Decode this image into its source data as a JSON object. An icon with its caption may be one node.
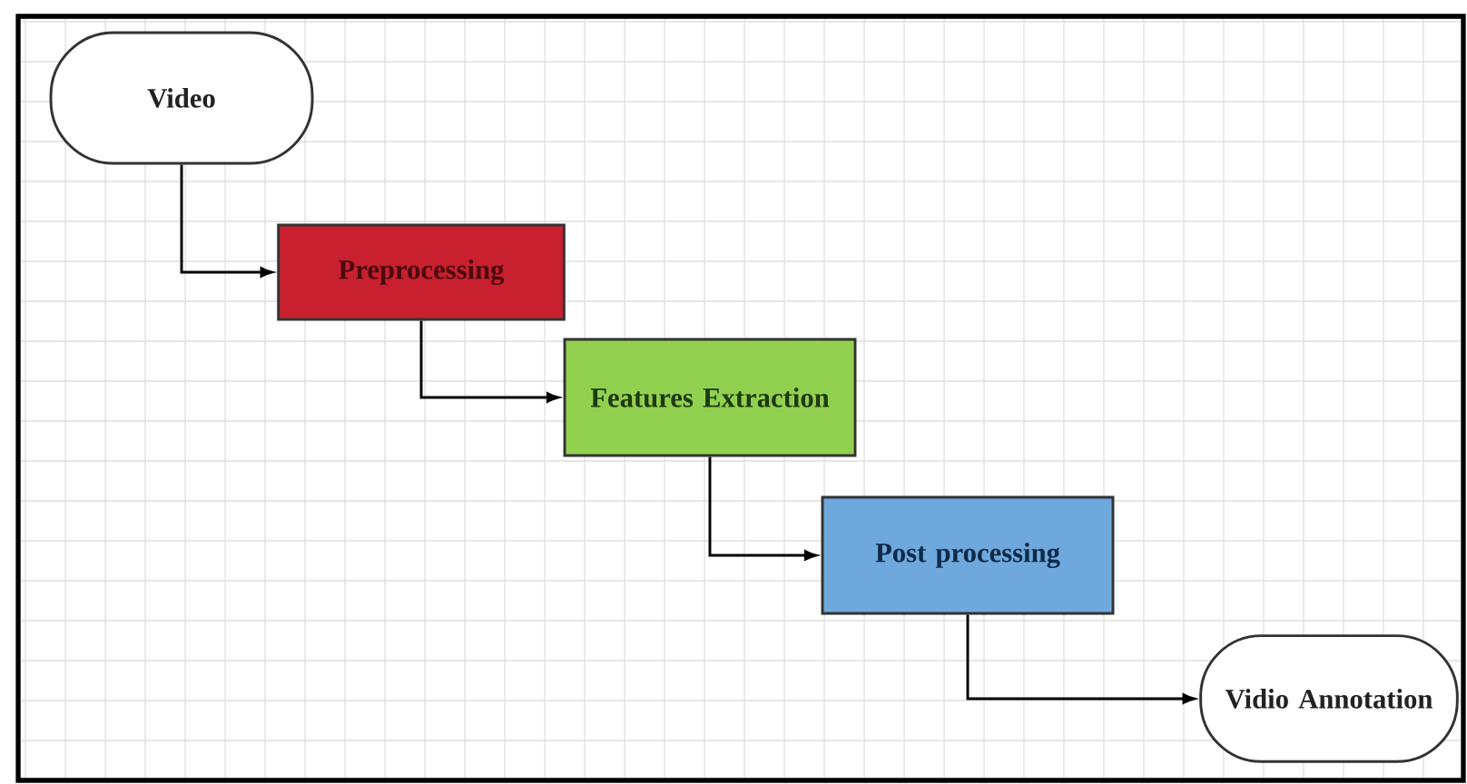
{
  "diagram": {
    "nodes": [
      {
        "text": [
          "Video"
        ]
      },
      {
        "text": [
          "Preprocessing"
        ]
      },
      {
        "text": [
          "Features Extraction"
        ]
      },
      {
        "text": [
          "Post processing"
        ]
      },
      {
        "text": [
          "Vidio Annotation"
        ]
      }
    ],
    "edges": [
      {
        "from": 0,
        "to": 1,
        "arrow": "to"
      },
      {
        "from": 1,
        "to": 2,
        "arrow": "to"
      },
      {
        "from": 2,
        "to": 3,
        "arrow": "to"
      },
      {
        "from": 3,
        "to": 4,
        "arrow": "to"
      }
    ]
  }
}
